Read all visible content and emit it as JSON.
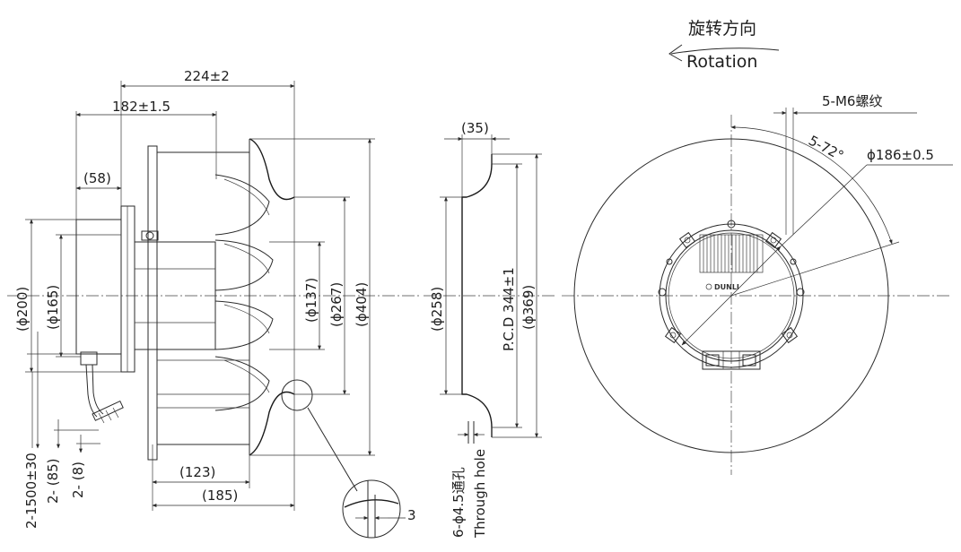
{
  "rotation": {
    "cn": "旋转方向",
    "en": "Rotation"
  },
  "side_view": {
    "dim_overall": "224±2",
    "dim_182": "182±1.5",
    "dim_58": "(58)",
    "dim_200": "(ϕ200)",
    "dim_165": "(ϕ165)",
    "dim_137": "(ϕ137)",
    "dim_267": "(ϕ267)",
    "dim_404": "(ϕ404)",
    "dim_123": "(123)",
    "dim_185": "(185)",
    "detail_3": "3",
    "cable_length": "2-1500±30",
    "cable_85": "2- (85)",
    "cable_8": "2- (8)"
  },
  "flange_view": {
    "dim_35": "(35)",
    "dim_258": "(ϕ258)",
    "dim_pcd": "P.C.D 344±1",
    "dim_369": "(ϕ369)",
    "holes_cn": "6-ϕ4.5通孔",
    "holes_en": "Through hole"
  },
  "front_view": {
    "thread": "5-M6螺纹",
    "angle": "5-72°",
    "dia_186": "ϕ186±0.5",
    "logo": "DUNLI"
  }
}
